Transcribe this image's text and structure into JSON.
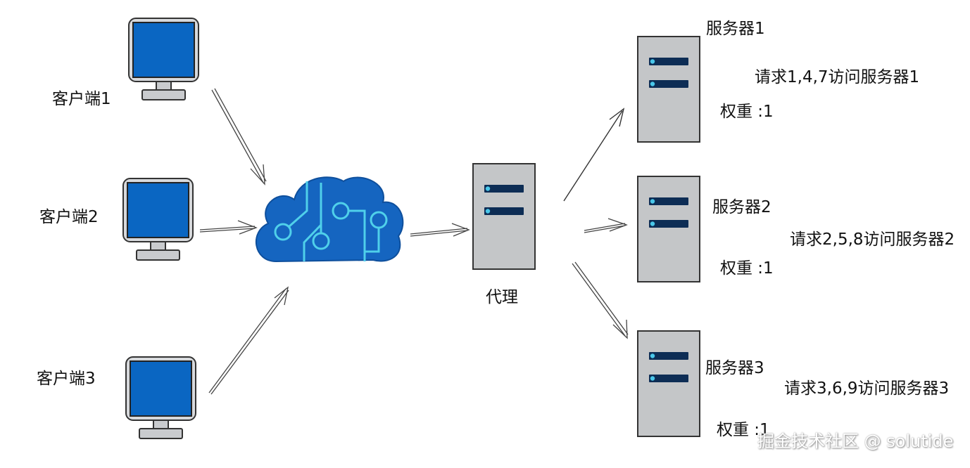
{
  "clients": [
    {
      "label": "客户端1"
    },
    {
      "label": "客户端2"
    },
    {
      "label": "客户端3"
    }
  ],
  "proxy": {
    "label": "代理"
  },
  "servers": [
    {
      "name": "服务器1",
      "requests": "请求1,4,7访问服务器1",
      "weight": "权重 :1"
    },
    {
      "name": "服务器2",
      "requests": "请求2,5,8访问服务器2",
      "weight": "权重 :1"
    },
    {
      "name": "服务器3",
      "requests": "请求3,6,9访问服务器3",
      "weight": "权重 :1"
    }
  ],
  "watermark": "掘金技术社区 @ solutide",
  "colors": {
    "monitor_screen": "#0a66c2",
    "cloud": "#1565c0",
    "circuit": "#4fd0ea",
    "server_body": "#c4c6c8",
    "server_slot": "#0d2d55",
    "server_led": "#49c7ea"
  }
}
